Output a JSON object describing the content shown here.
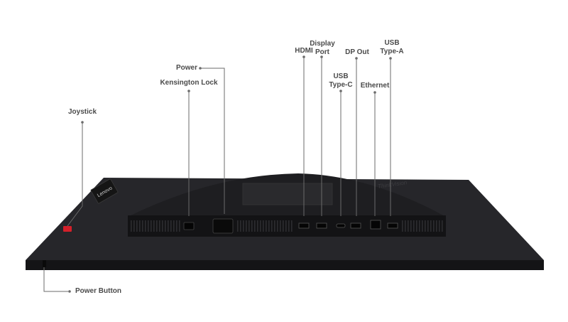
{
  "brand": {
    "lenovo_logo": "Lenovo",
    "thinkvision_logo": "ThinkVision"
  },
  "callouts": [
    {
      "id": "joystick",
      "text": "Joystick"
    },
    {
      "id": "kensington-lock",
      "text": "Kensington Lock"
    },
    {
      "id": "power",
      "text": "Power"
    },
    {
      "id": "hdmi",
      "text": "HDMI"
    },
    {
      "id": "display-port",
      "line1": "Display",
      "line2": "Port"
    },
    {
      "id": "usb-type-c",
      "line1": "USB",
      "line2": "Type-C"
    },
    {
      "id": "dp-out",
      "text": "DP Out"
    },
    {
      "id": "ethernet",
      "text": "Ethernet"
    },
    {
      "id": "usb-type-a",
      "line1": "USB",
      "line2": "Type-A"
    },
    {
      "id": "power-button",
      "text": "Power Button"
    }
  ],
  "colors": {
    "monitor_body": "#1c1c1e",
    "monitor_top": "#2b2b2d",
    "port_panel": "#161618",
    "leader_line": "#6b6b6b",
    "joystick_accent": "#d4202a",
    "label_text": "#4a4a4a"
  }
}
